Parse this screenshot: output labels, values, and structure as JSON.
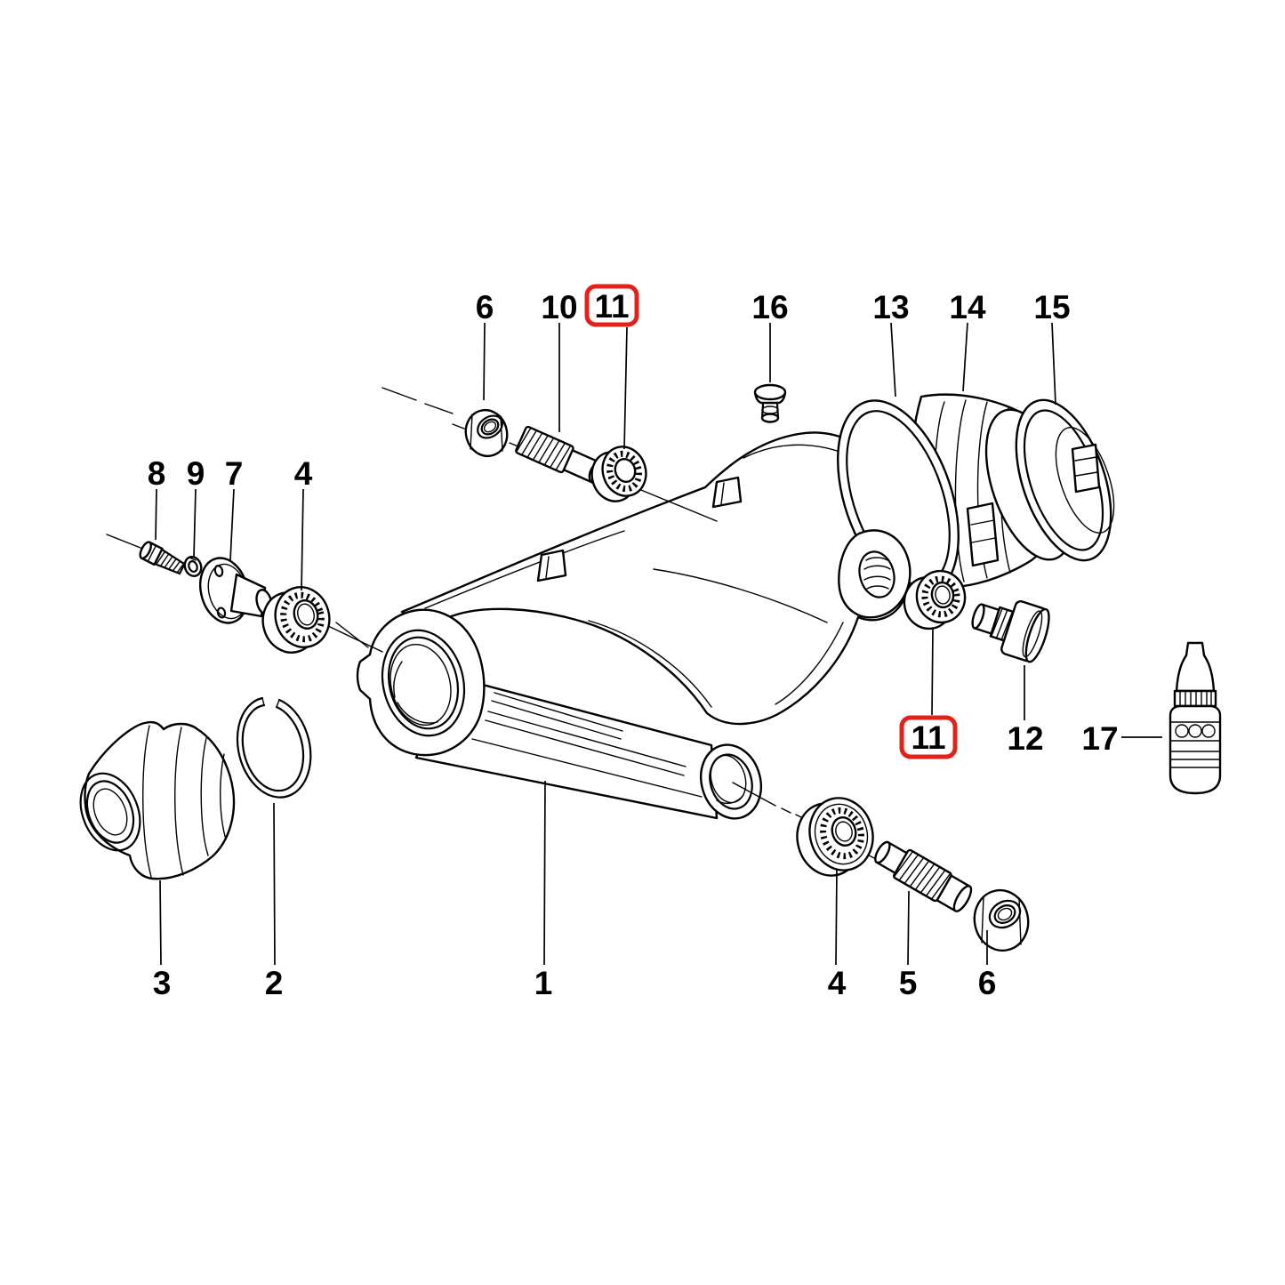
{
  "diagram": {
    "type": "exploded-parts-diagram",
    "subject": "rear swinging arm assembly",
    "background": "#ffffff",
    "line_color": "#000000",
    "highlight_color": "#e32119",
    "muted_label_color": "#c6c6c6"
  },
  "labels": [
    {
      "id": "6-top",
      "text": "6",
      "boxed": false,
      "muted": false
    },
    {
      "id": "10",
      "text": "10",
      "boxed": false,
      "muted": false
    },
    {
      "id": "11-top",
      "text": "11",
      "boxed": true,
      "muted": false
    },
    {
      "id": "16",
      "text": "16",
      "boxed": false,
      "muted": true
    },
    {
      "id": "13",
      "text": "13",
      "boxed": false,
      "muted": false
    },
    {
      "id": "14",
      "text": "14",
      "boxed": false,
      "muted": false
    },
    {
      "id": "15",
      "text": "15",
      "boxed": false,
      "muted": false
    },
    {
      "id": "8",
      "text": "8",
      "boxed": false,
      "muted": false
    },
    {
      "id": "9",
      "text": "9",
      "boxed": false,
      "muted": false
    },
    {
      "id": "7",
      "text": "7",
      "boxed": false,
      "muted": false
    },
    {
      "id": "4-left",
      "text": "4",
      "boxed": false,
      "muted": false
    },
    {
      "id": "3",
      "text": "3",
      "boxed": false,
      "muted": false
    },
    {
      "id": "2",
      "text": "2",
      "boxed": false,
      "muted": false
    },
    {
      "id": "1",
      "text": "1",
      "boxed": false,
      "muted": false
    },
    {
      "id": "4-bottom",
      "text": "4",
      "boxed": false,
      "muted": false
    },
    {
      "id": "5",
      "text": "5",
      "boxed": false,
      "muted": false
    },
    {
      "id": "6-bottom",
      "text": "6",
      "boxed": false,
      "muted": false
    },
    {
      "id": "11-right",
      "text": "11",
      "boxed": true,
      "muted": false
    },
    {
      "id": "12",
      "text": "12",
      "boxed": false,
      "muted": false
    },
    {
      "id": "17",
      "text": "17",
      "boxed": false,
      "muted": false
    }
  ]
}
